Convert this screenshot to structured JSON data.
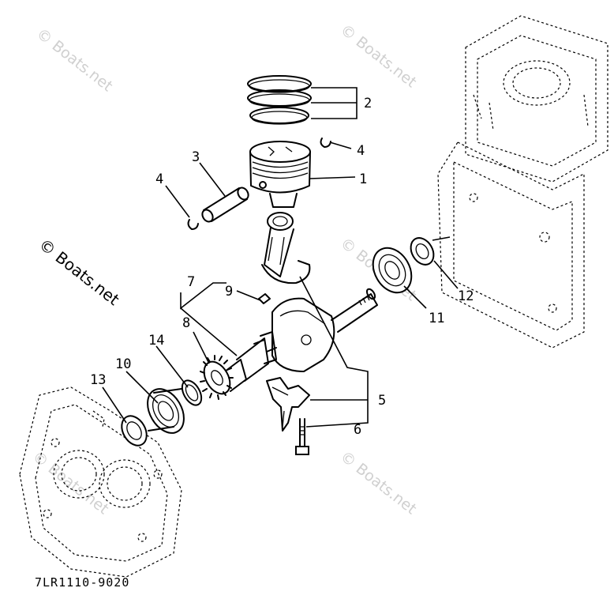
{
  "diagram": {
    "drawing_code": "7LR1110-9020",
    "watermark": "© Boats.net",
    "callouts": [
      "1",
      "2",
      "3",
      "4",
      "4",
      "5",
      "6",
      "7",
      "8",
      "9",
      "10",
      "11",
      "12",
      "13",
      "14"
    ]
  }
}
